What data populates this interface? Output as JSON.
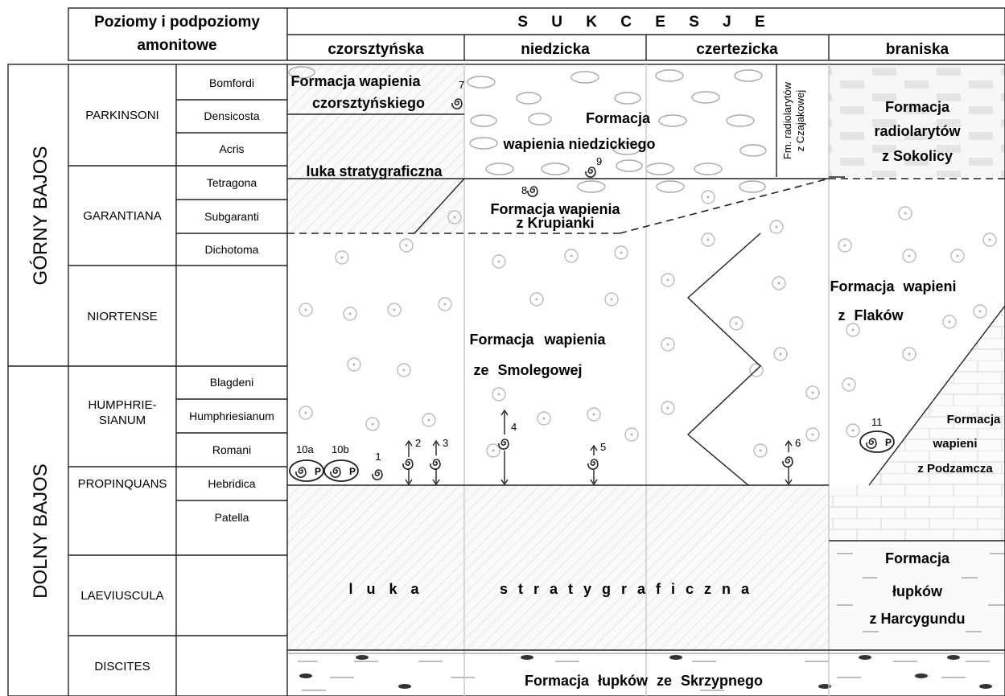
{
  "header": {
    "zones_title_line1": "Poziomy i podpoziomy",
    "zones_title_line2": "amonitowe",
    "successions_title": "S U K C E S J E",
    "successions": [
      "czorsztyńska",
      "niedzicka",
      "czertezicka",
      "braniska"
    ]
  },
  "stages": {
    "upper": "GÓRNY BAJOS",
    "lower": "DOLNY BAJOS"
  },
  "zones": [
    "PARKINSONI",
    "GARANTIANA",
    "NIORTENSE",
    "HUMPHRIE-SIANUM",
    "PROPINQUANS",
    "LAEVIUSCULA",
    "DISCITES"
  ],
  "subzones": [
    "Bomfordi",
    "Densicosta",
    "Acris",
    "Tetragona",
    "Subgaranti",
    "Dichotoma",
    "Blagdeni",
    "Humphriesianum",
    "Romani",
    "Hebridica",
    "Patella"
  ],
  "formations": {
    "czorsztyn_l1": "Formacja wapienia",
    "czorsztyn_l2": "czorsztyńskiego",
    "niedzica_l1": "Formacja",
    "niedzica_l2": "wapienia niedzickiego",
    "gap_upper": "luka stratygraficzna",
    "krupianka_l1": "Formacja wapienia",
    "krupianka_l2": "z Krupianki",
    "czajakowa_l1": "Fm. radiolarytów",
    "czajakowa_l2": "z Czajakowej",
    "sokolica_l1": "Formacja",
    "sokolica_l2": "radiolarytów",
    "sokolica_l3": "z Sokolicy",
    "smolegowa_l1": "Formacja wapienia",
    "smolegowa_l2": "ze Smolegowej",
    "flaki_l1": "Formacja wapieni",
    "flaki_l2": "z Flaków",
    "podzamcze_l1": "Formacja",
    "podzamcze_l2": "wapieni",
    "podzamcze_l3": "z Podzamcza",
    "gap_lower_a": "l u k a",
    "gap_lower_b": "s t r a t y g r a f i c z n a",
    "harcygund_l1": "Formacja",
    "harcygund_l2": "łupków",
    "harcygund_l3": "z Harcygundu",
    "skrzypne": "Formacja łupków ze Skrzypnego"
  },
  "sites": {
    "n1": "1",
    "n2": "2",
    "n3": "3",
    "n4": "4",
    "n5": "5",
    "n6": "6",
    "n7": "7",
    "n8": "8",
    "n9": "9",
    "n10a": "10a",
    "n10b": "10b",
    "n11": "11",
    "p_label": "P"
  }
}
